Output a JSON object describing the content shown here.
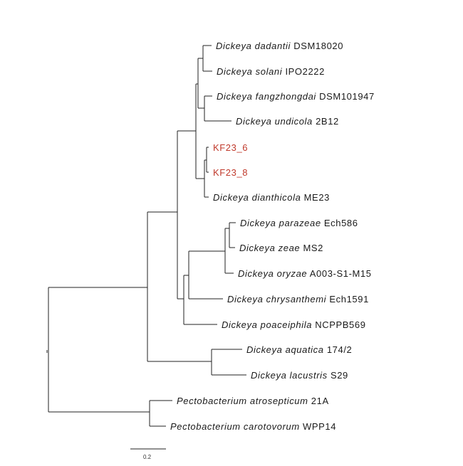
{
  "colors": {
    "highlight": "#c0392b",
    "text": "#1a1a1a",
    "branch": "#222222"
  },
  "tips": [
    {
      "genus_species": "Dickeya dadantii",
      "strain": "DSM18020",
      "highlight": false
    },
    {
      "genus_species": "Dickeya solani",
      "strain": "IPO2222",
      "highlight": false
    },
    {
      "genus_species": "Dickeya fangzhongdai",
      "strain": "DSM101947",
      "highlight": false
    },
    {
      "genus_species": "Dickeya undicola",
      "strain": "2B12",
      "highlight": false
    },
    {
      "genus_species": "",
      "strain": "KF23_6",
      "highlight": true
    },
    {
      "genus_species": "",
      "strain": "KF23_8",
      "highlight": true
    },
    {
      "genus_species": "Dickeya dianthicola",
      "strain": "ME23",
      "highlight": false
    },
    {
      "genus_species": "Dickeya parazeae",
      "strain": "Ech586",
      "highlight": false
    },
    {
      "genus_species": "Dickeya zeae",
      "strain": "MS2",
      "highlight": false
    },
    {
      "genus_species": "Dickeya oryzae",
      "strain": "A003-S1-M15",
      "highlight": false
    },
    {
      "genus_species": "Dickeya chrysanthemi",
      "strain": "Ech1591",
      "highlight": false
    },
    {
      "genus_species": "Dickeya poaceiphila",
      "strain": "NCPPB569",
      "highlight": false
    },
    {
      "genus_species": "Dickeya aquatica",
      "strain": "174/2",
      "highlight": false
    },
    {
      "genus_species": "Dickeya lacustris",
      "strain": "S29",
      "highlight": false
    },
    {
      "genus_species": "Pectobacterium atrosepticum",
      "strain": "21A",
      "highlight": false
    },
    {
      "genus_species": "Pectobacterium carotovorum",
      "strain": "WPP14",
      "highlight": false
    }
  ],
  "scale_bar": {
    "label": "0.2"
  }
}
